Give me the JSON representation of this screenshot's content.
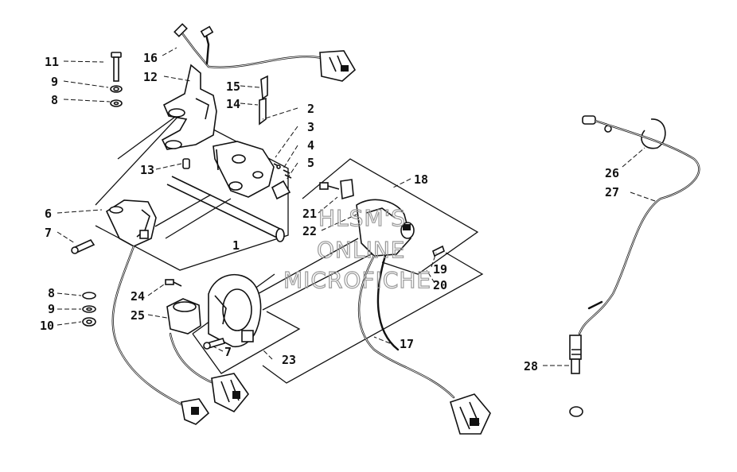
{
  "watermark": {
    "line1": "HLSM'S",
    "line2": "ONLINE",
    "line3": "MICROFICHE"
  },
  "callouts": {
    "c1": "1",
    "c2": "2",
    "c3": "3",
    "c4": "4",
    "c5": "5",
    "c6": "6",
    "c7a": "7",
    "c7b": "7",
    "c8a": "8",
    "c8b": "8",
    "c9a": "9",
    "c9b": "9",
    "c10": "10",
    "c11": "11",
    "c12": "12",
    "c13": "13",
    "c14": "14",
    "c15": "15",
    "c16": "16",
    "c17": "17",
    "c18": "18",
    "c19": "19",
    "c20": "20",
    "c21": "21",
    "c22": "22",
    "c23": "23",
    "c24": "24",
    "c25": "25",
    "c26": "26",
    "c27": "27",
    "c28": "28"
  }
}
